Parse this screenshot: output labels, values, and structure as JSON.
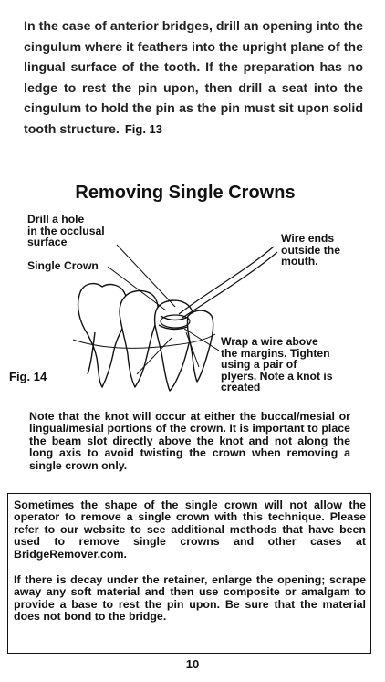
{
  "intro": {
    "text": "In the case of anterior bridges, drill an opening into the cingulum where it feathers into the upright plane of the lingual surface of the tooth. If the preparation has no ledge to rest the pin upon, then drill a seat into the cingulum to hold the pin as the pin must sit upon solid tooth structure.",
    "figure_ref": "Fig. 13"
  },
  "section": {
    "title": "Removing Single Crowns"
  },
  "figure": {
    "label_drill": "Drill a hole\nin the occlusal\nsurface",
    "label_single_crown": "Single Crown",
    "label_wire_ends": "Wire ends\noutside the\nmouth.",
    "label_wrap": "Wrap a wire above\nthe margins. Tighten\nusing a pair of\nplyers. Note a knot is\ncreated",
    "label_fig": "Fig. 14"
  },
  "note": {
    "text": "Note that the knot will occur at either the buccal/mesial or lingual/mesial portions of the crown. It is important to place the beam slot directly above the knot and not along the long axis to avoid twisting the crown when removing a single crown only."
  },
  "box": {
    "p1": "Sometimes the shape of the single crown will not allow the operator to remove a single crown with this technique. Please refer to our website to see additional methods that have been used to remove single crowns and other cases at BridgeRemover.com.",
    "p2": "If there is decay under the retainer, enlarge the opening; scrape away any soft material and then use composite or amalgam to provide a base to rest the pin upon. Be sure that the material does not bond to the bridge."
  },
  "page_number": "10"
}
